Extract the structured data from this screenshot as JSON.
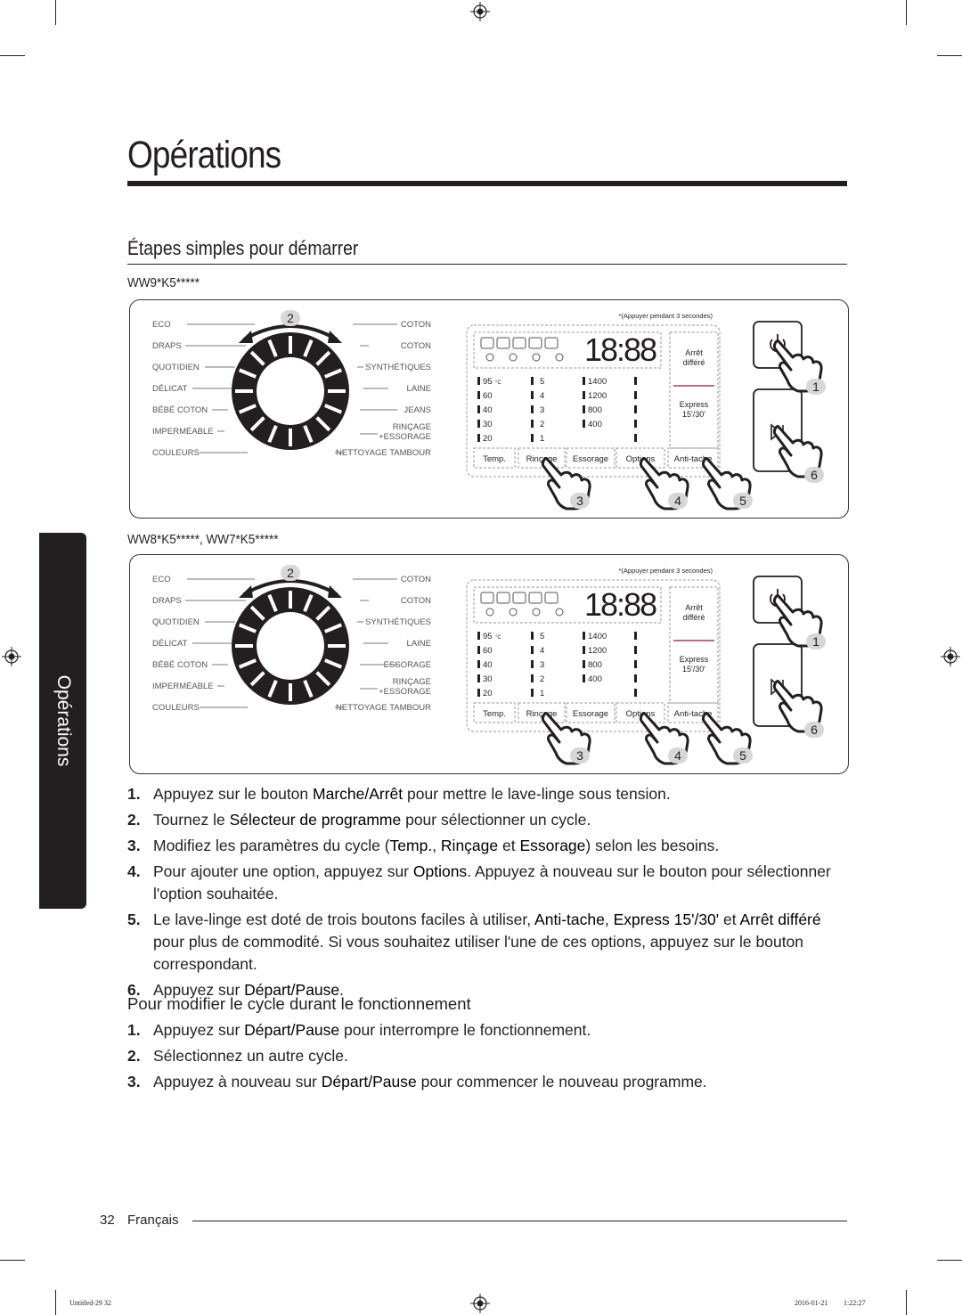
{
  "page": {
    "title": "Opérations",
    "section_title": "Étapes simples pour démarrer",
    "side_tab": "Opérations"
  },
  "panels": [
    {
      "model": "WW9*K5*****",
      "left_programs": [
        "ECO",
        "DRAPS",
        "QUOTIDIEN",
        "DÉLICAT",
        "BÉBÉ COTON",
        "IMPERMÉABLE",
        "COULEURS"
      ],
      "right_programs": [
        "COTON",
        "COTON",
        "SYNTHÉTIQUES",
        "LAINE",
        "JEANS",
        "RINÇAGE",
        "+ESSORAGE",
        "NETTOYAGE TAMBOUR"
      ]
    },
    {
      "model": "WW8*K5*****, WW7*K5*****",
      "left_programs": [
        "ECO",
        "DRAPS",
        "QUOTIDIEN",
        "DÉLICAT",
        "BÉBÉ COTON",
        "IMPERMÉABLE",
        "COULEURS"
      ],
      "right_programs": [
        "COTON",
        "COTON",
        "SYNTHÉTIQUES",
        "LAINE",
        "ESSORAGE",
        "RINÇAGE",
        "+ESSORAGE",
        "NETTOYAGE TAMBOUR"
      ]
    }
  ],
  "control_panel": {
    "hold_note": "*(Appuyer pendant 3 secondes)",
    "display": "18:88",
    "temp_values": [
      "95",
      "60",
      "40",
      "30",
      "20"
    ],
    "temp_unit": "°C",
    "rinse_values": [
      "5",
      "4",
      "3",
      "2",
      "1"
    ],
    "spin_values": [
      "1400",
      "1200",
      "800",
      "400"
    ],
    "arret_line1": "Arrêt",
    "arret_line2": "différé",
    "express_line1": "Express",
    "express_line2": "15'/30'",
    "buttons": [
      "Temp.",
      "Rinçage",
      "Essorage",
      "Options",
      "Anti-tache"
    ],
    "callouts": [
      "1",
      "2",
      "3",
      "4",
      "5",
      "6"
    ]
  },
  "steps": [
    {
      "n": "1.",
      "parts": [
        "Appuyez sur le bouton ",
        "Marche/Arrêt",
        " pour mettre le lave-linge sous tension."
      ]
    },
    {
      "n": "2.",
      "parts": [
        "Tournez le ",
        "Sélecteur de programme",
        " pour sélectionner un cycle."
      ]
    },
    {
      "n": "3.",
      "parts": [
        "Modifiez les paramètres du cycle (",
        "Temp.",
        ", ",
        "Rinçage",
        " et ",
        "Essorage",
        ") selon les besoins."
      ]
    },
    {
      "n": "4.",
      "parts": [
        "Pour ajouter une option, appuyez sur ",
        "Options",
        ". Appuyez à nouveau sur le bouton pour sélectionner l'option souhaitée."
      ]
    },
    {
      "n": "5.",
      "parts": [
        "Le lave-linge est doté de trois boutons faciles à utiliser, ",
        "Anti-tache",
        ", ",
        "Express 15'/30'",
        " et ",
        "Arrêt différé",
        " pour plus de commodité. Si vous souhaitez utiliser l'une de ces options, appuyez sur le bouton correspondant."
      ]
    },
    {
      "n": "6.",
      "parts": [
        "Appuyez sur ",
        "Départ/Pause",
        "."
      ]
    }
  ],
  "sub_section": {
    "title": "Pour modifier le cycle durant le fonctionnement",
    "steps": [
      {
        "n": "1.",
        "parts": [
          "Appuyez sur ",
          "Départ/Pause",
          " pour interrompre le fonctionnement."
        ]
      },
      {
        "n": "2.",
        "parts": [
          "Sélectionnez un autre cycle."
        ]
      },
      {
        "n": "3.",
        "parts": [
          "Appuyez à nouveau sur ",
          "Départ/Pause",
          " pour commencer le nouveau programme."
        ]
      }
    ]
  },
  "footer": {
    "page_number": "32",
    "language": "Français",
    "file_info": "Untitled-29   32",
    "date": "2016-01-21",
    "time": "1:22:27"
  }
}
